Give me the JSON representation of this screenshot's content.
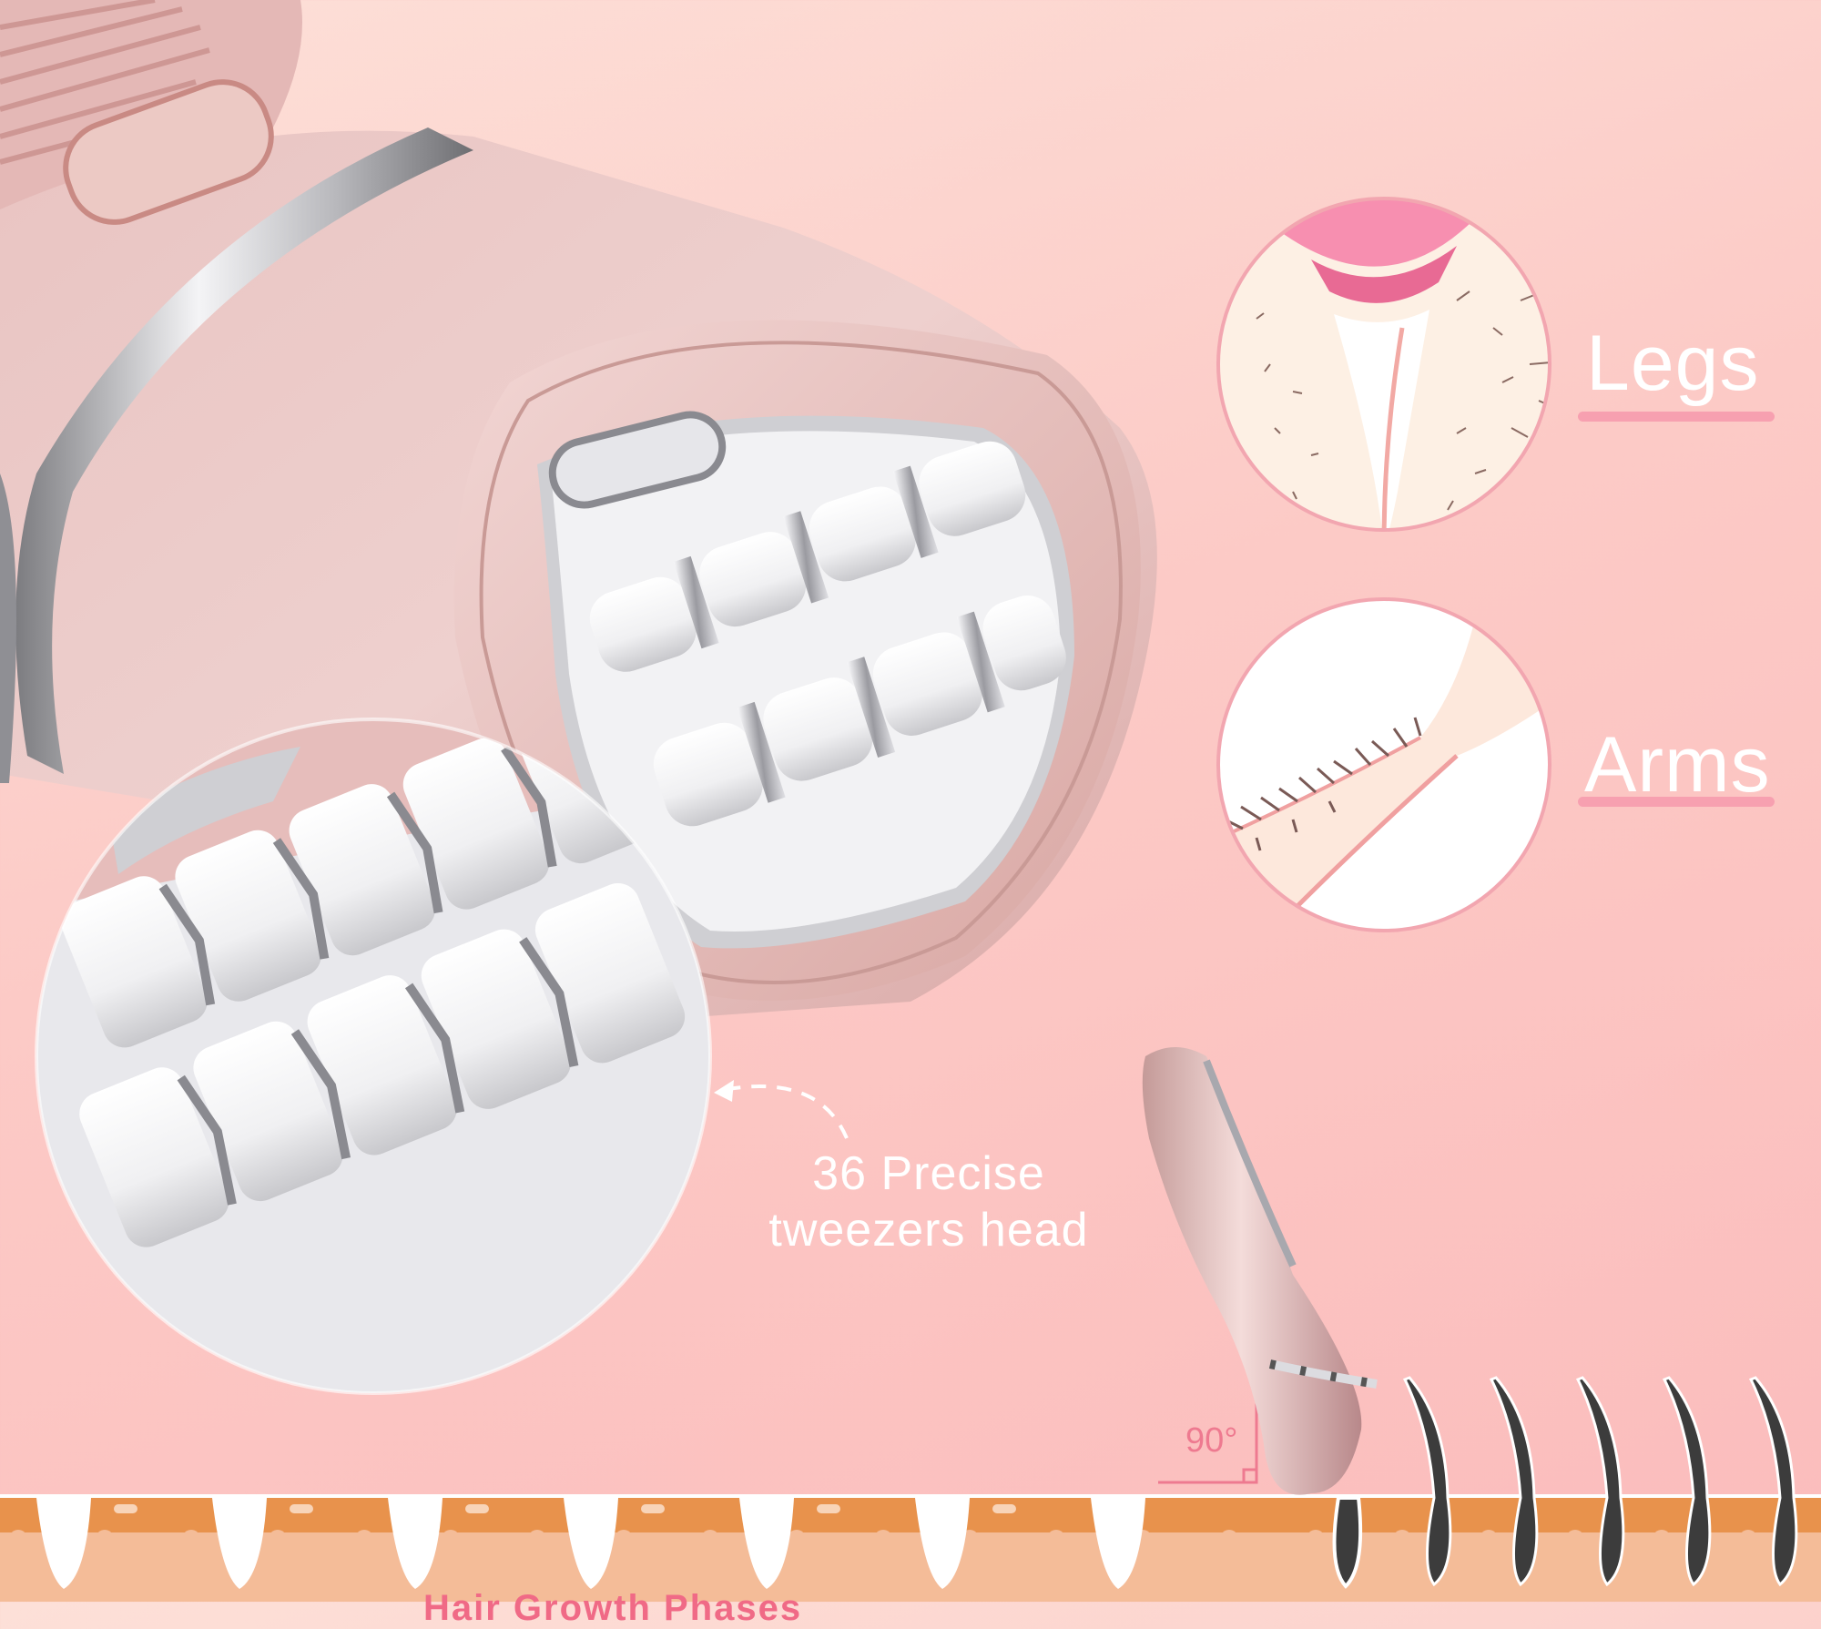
{
  "image_kind": "product-feature-infographic",
  "product": "epilator",
  "background": {
    "gradient_from": "#fde0d8",
    "gradient_to": "#fbbcbc"
  },
  "features": [
    {
      "label": "Legs",
      "icon": "legs-illustration-icon"
    },
    {
      "label": "Arms",
      "icon": "arm-illustration-icon"
    }
  ],
  "callout": {
    "line1": "36 Precise",
    "line2": "tweezers head",
    "arrow": "dashed-curved-arrow-icon"
  },
  "diagram": {
    "angle_label": "90°",
    "hair_count_dark": 5,
    "skin_top_color": "#e8924c",
    "skin_bottom_color": "#f4bc98",
    "hair_color": "#3c3c3c",
    "bottom_text_partial": "Hair Growth Phases"
  },
  "colors": {
    "text": "#ffffff",
    "underline": "#f7a0b0",
    "accent": "#ee7a90",
    "device_rose_gold": "#e8bcbc",
    "device_chrome": "#d8d8dc"
  }
}
